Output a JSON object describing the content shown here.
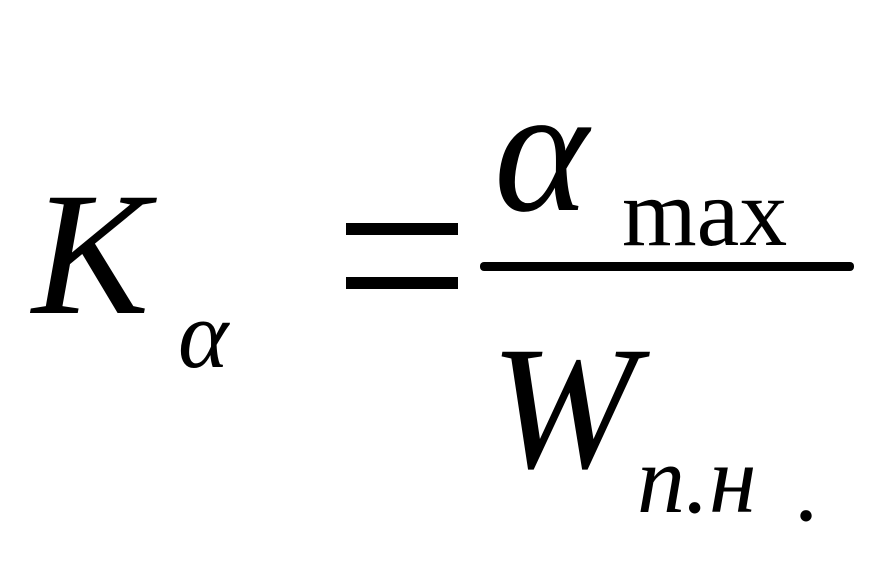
{
  "formula": {
    "lhs": {
      "symbol": "K",
      "subscript": "α"
    },
    "operator": "=",
    "numerator": {
      "symbol": "α",
      "subscript": "max"
    },
    "denominator": {
      "symbol": "W",
      "subscript": "п.н",
      "trailing_mark": "."
    }
  }
}
